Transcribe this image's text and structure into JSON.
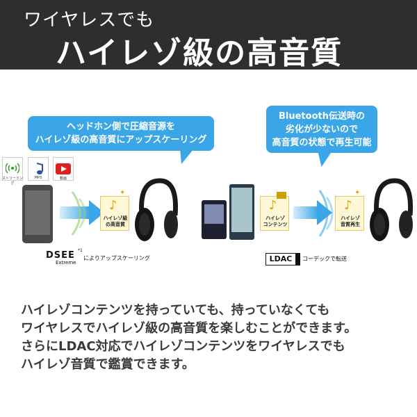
{
  "header": {
    "subtitle": "ワイヤレスでも",
    "title": "ハイレゾ級の高音質"
  },
  "left_panel": {
    "bubble_lines": [
      "ヘッドホン側で圧縮音源を",
      "ハイレゾ級の高音質にアップスケーリング"
    ],
    "sources": [
      {
        "label": "ストリーミング",
        "icon": "streaming-icon"
      },
      {
        "label": "MP3",
        "icon": "music-note-icon"
      },
      {
        "label": "動画",
        "icon": "play-icon"
      }
    ],
    "badge_lines": [
      "ハイレゾ級",
      "の高音質"
    ],
    "tech_name": "DSEE",
    "tech_sup": "*1",
    "tech_sub": "Extreme",
    "tech_desc": "によりアップスケーリング"
  },
  "right_panel": {
    "bubble_lines": [
      "Bluetooth伝送時の",
      "劣化が少ないので",
      "高音質の状態で再生可能"
    ],
    "source_badge_lines": [
      "ハイレゾ",
      "コンテンツ"
    ],
    "target_badge_lines": [
      "ハイレゾ",
      "音質再生"
    ],
    "tech_name": "LDAC",
    "tech_desc": "コーデックで転送"
  },
  "body": {
    "lines": [
      "ハイレゾコンテンツを持っていても、持っていなくても",
      "ワイヤレスでハイレゾ級の高音質を楽しむことができます。",
      "さらにLDAC対応でハイレゾコンテンツをワイヤレスでも",
      "ハイレゾ音質で鑑賞できます。"
    ]
  },
  "colors": {
    "header_bg": "#2e2e2e",
    "accent_blue": "#3aa6e8",
    "badge_gold": "#e8a000"
  }
}
